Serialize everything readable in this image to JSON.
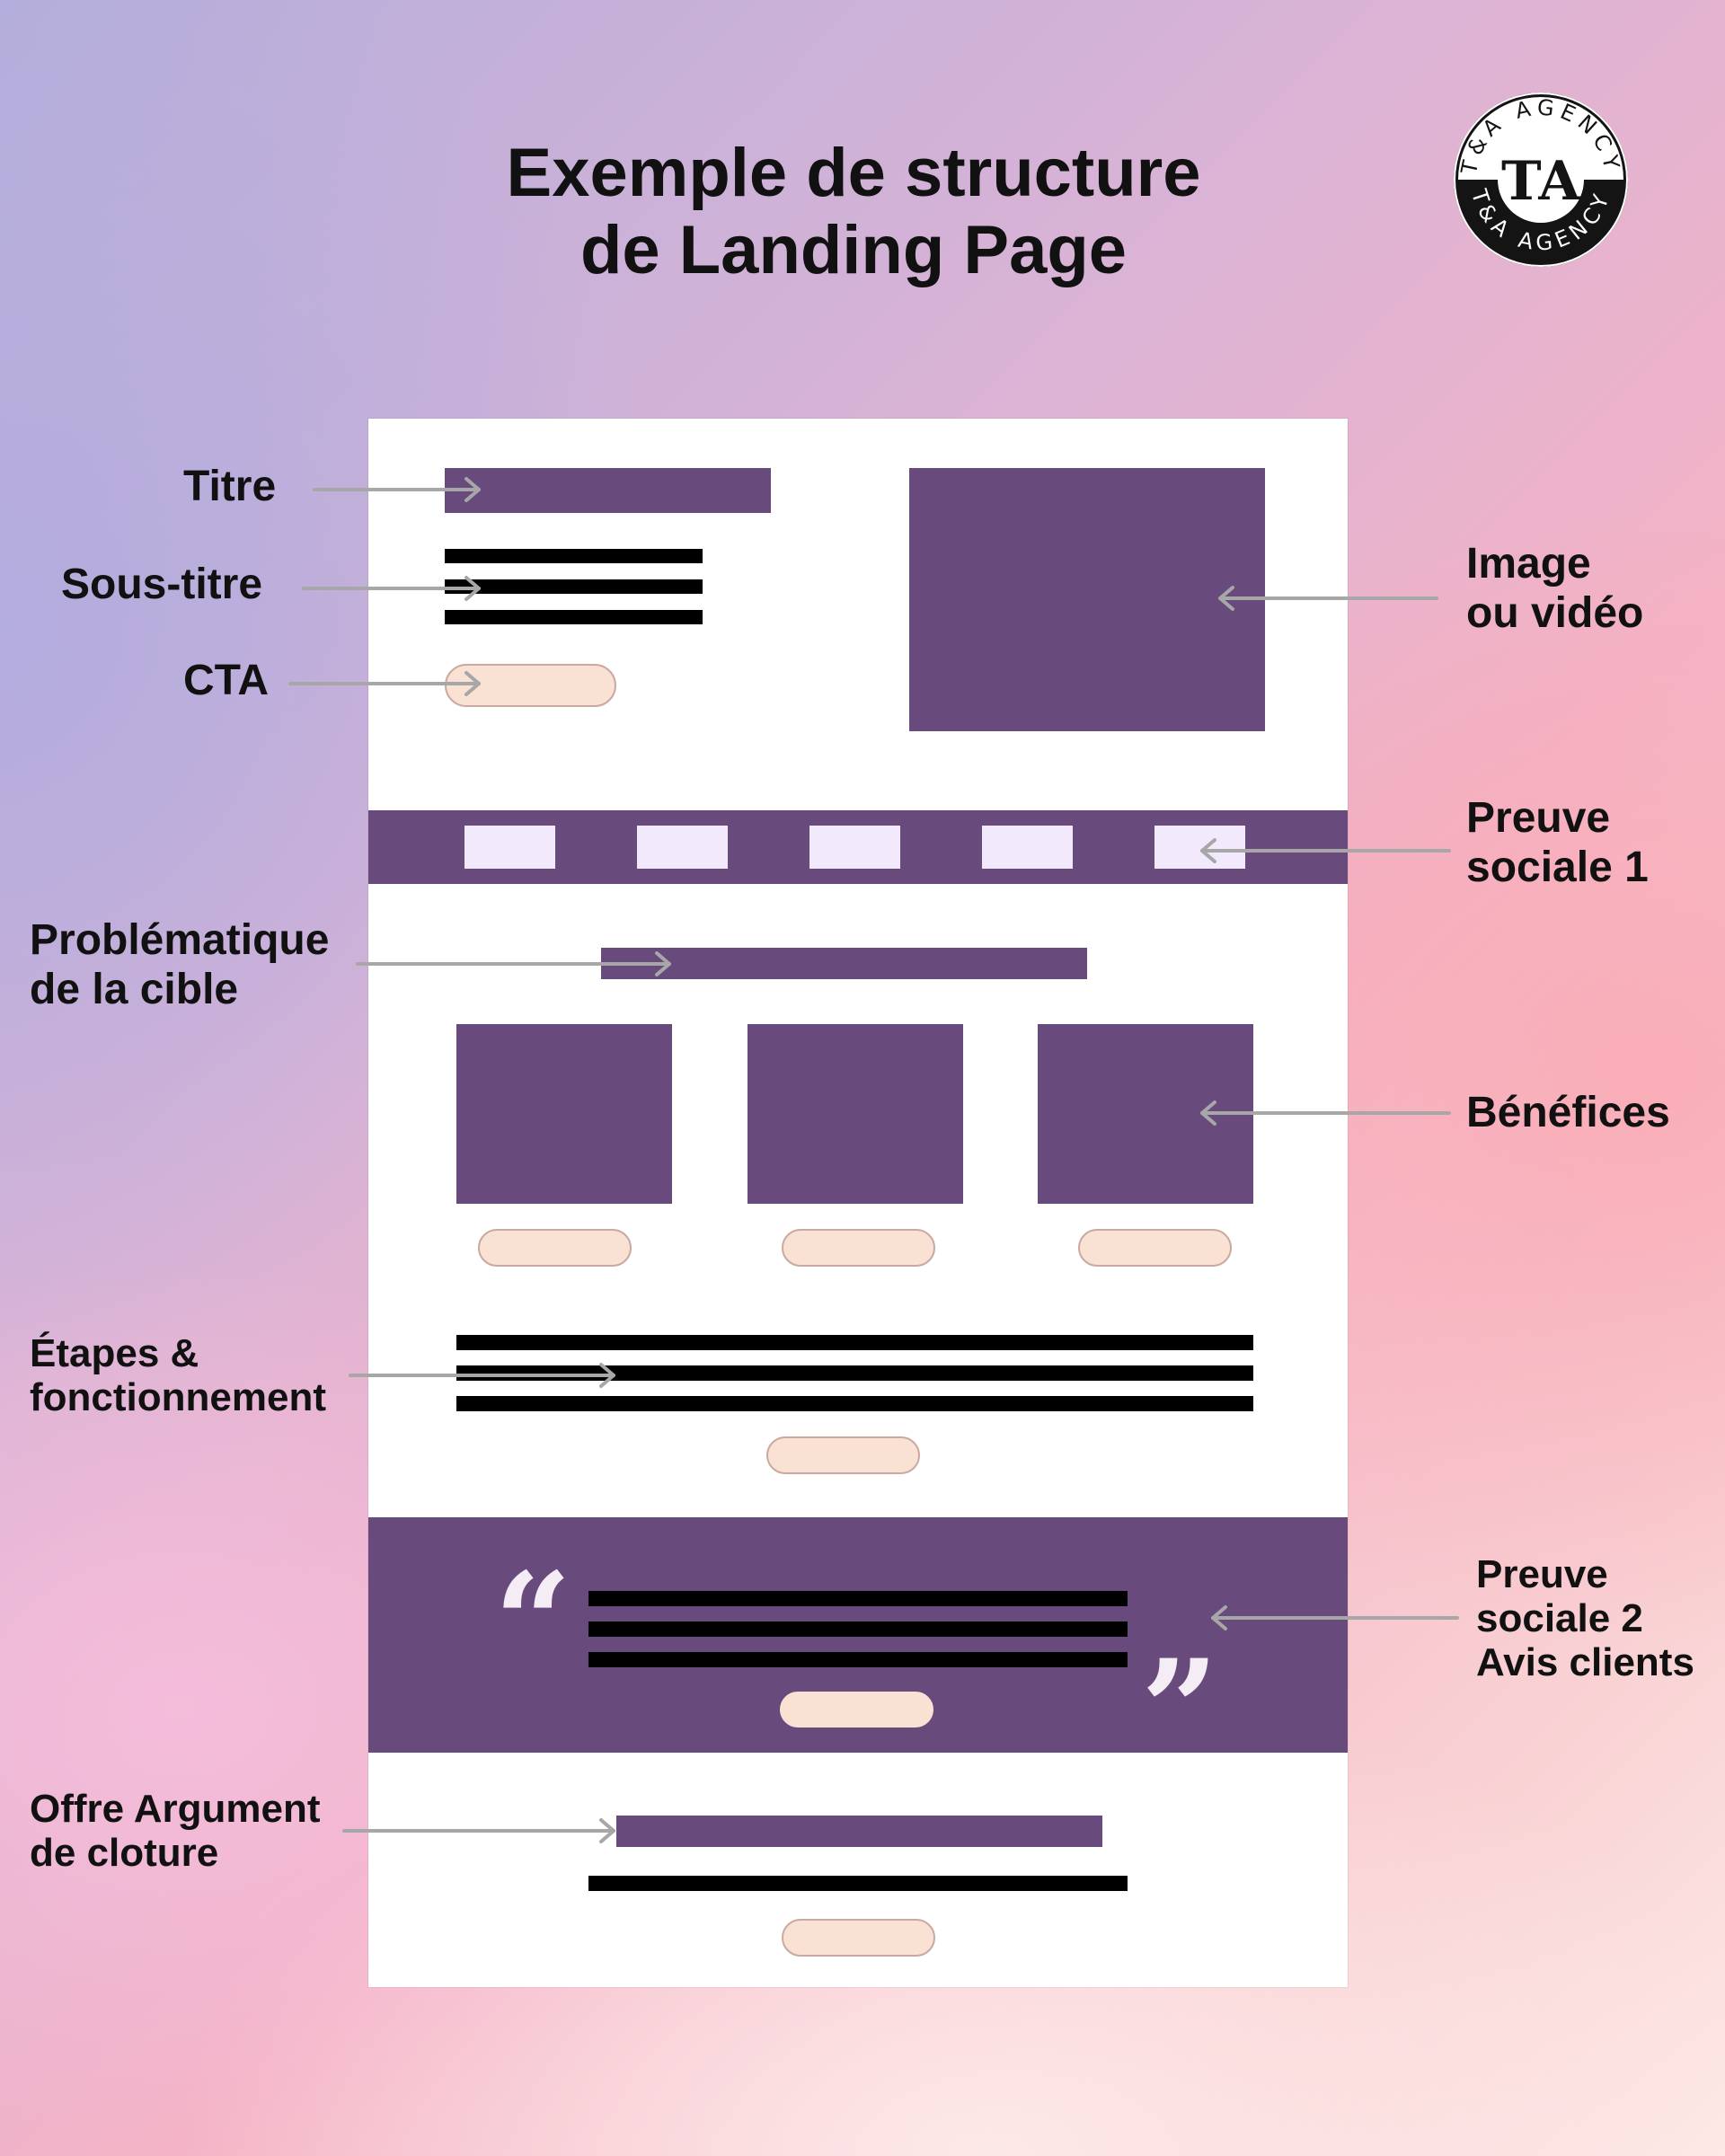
{
  "title": {
    "line1": "Exemple de structure",
    "line2": "de Landing Page"
  },
  "logo": {
    "ring_text": "T&A AGENCY",
    "monogram": "TA"
  },
  "labels": {
    "titre": "Titre",
    "sous_titre": "Sous-titre",
    "cta": "CTA",
    "image_line1": "Image",
    "image_line2": "ou vidéo",
    "preuve1_line1": "Preuve",
    "preuve1_line2": "sociale 1",
    "probleme_line1": "Problématique",
    "probleme_line2": "de la cible",
    "benefices": "Bénéfices",
    "etapes_line1": "Étapes &",
    "etapes_line2": "fonctionnement",
    "preuve2_line1": "Preuve",
    "preuve2_line2": "sociale 2",
    "preuve2_line3": "Avis clients",
    "offre_line1": "Offre Argument",
    "offre_line2": "de cloture"
  },
  "colors": {
    "section_purple": "#684b7c",
    "button_peach": "#f9e1d3",
    "text_lines": "#000000",
    "arrow_gray": "#a7a7a7"
  }
}
